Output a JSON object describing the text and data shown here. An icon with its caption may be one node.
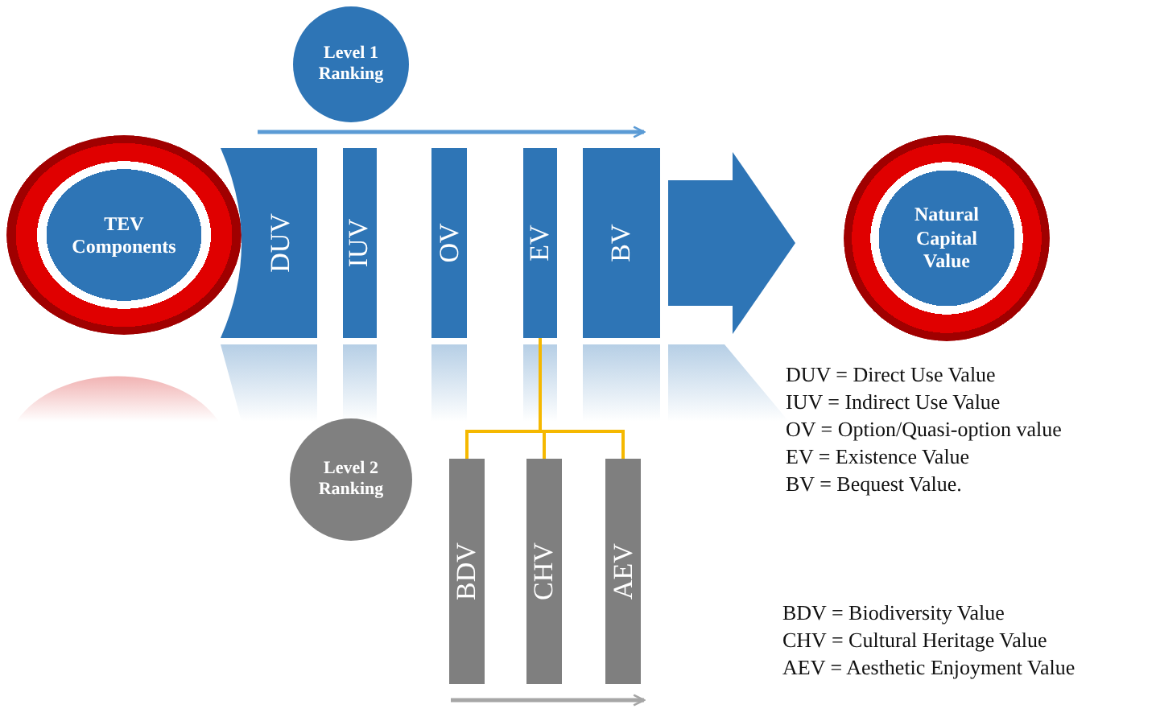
{
  "diagram": {
    "nodes": [
      {
        "text": [
          "Level 1 Ranking"
        ]
      },
      {
        "text": [
          "TEV Components"
        ]
      },
      {
        "text": [
          "DUV"
        ]
      },
      {
        "text": [
          "IUV"
        ]
      },
      {
        "text": [
          "OV"
        ]
      },
      {
        "text": [
          "EV"
        ]
      },
      {
        "text": [
          "BV"
        ]
      },
      {
        "text": [
          "Natural Capital Value"
        ]
      },
      {
        "text": [
          "Level 2 Ranking"
        ]
      },
      {
        "text": [
          "BDV"
        ]
      },
      {
        "text": [
          "CHV"
        ]
      },
      {
        "text": [
          "AEV"
        ]
      }
    ],
    "edges": [
      {
        "from": 6,
        "to": 7,
        "arrow": "to",
        "style": "thick",
        "color": "#2e75b6"
      },
      {
        "from": 5,
        "to": 9,
        "arrow": "none",
        "color": "#f5b800"
      },
      {
        "from": 5,
        "to": 10,
        "arrow": "none",
        "color": "#f5b800"
      },
      {
        "from": 5,
        "to": 11,
        "arrow": "none",
        "color": "#f5b800"
      }
    ],
    "labels": [
      "DUV = Direct Use Value",
      "IUV = Indirect Use Value",
      "OV = Option/Quasi-option value",
      "EV = Existence Value",
      "BV = Bequest Value.",
      "BDV = Biodiversity Value",
      "CHV = Cultural Heritage Value",
      "AEV = Aesthetic Enjoyment Value"
    ]
  }
}
